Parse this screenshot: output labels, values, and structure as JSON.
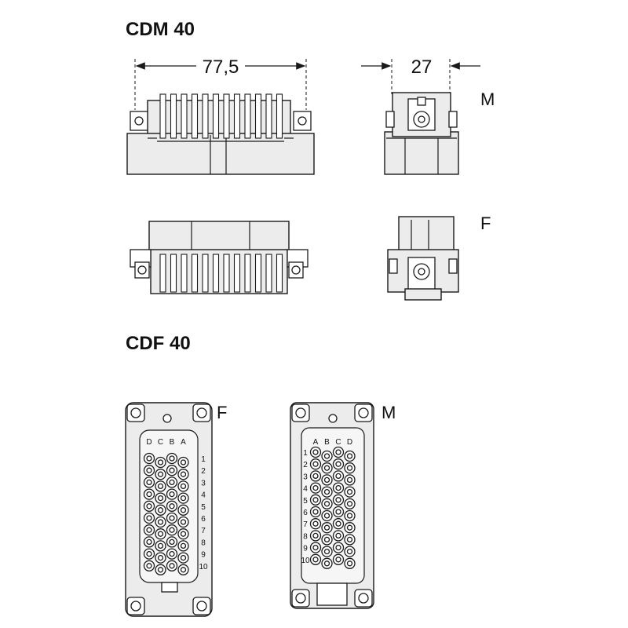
{
  "titles": {
    "top": "CDM 40",
    "bottom": "CDF 40"
  },
  "dimensions": {
    "length": "77,5",
    "width": "27"
  },
  "variants": {
    "top_row": "M",
    "middle_row": "F",
    "face_left": "F",
    "face_right": "M"
  },
  "female_face": {
    "columns": [
      "D",
      "C",
      "B",
      "A"
    ],
    "rows": [
      "1",
      "2",
      "3",
      "4",
      "5",
      "6",
      "7",
      "8",
      "9",
      "10"
    ]
  },
  "male_face": {
    "columns": [
      "A",
      "B",
      "C",
      "D"
    ],
    "rows": [
      "1",
      "2",
      "3",
      "4",
      "5",
      "6",
      "7",
      "8",
      "9",
      "10"
    ]
  }
}
